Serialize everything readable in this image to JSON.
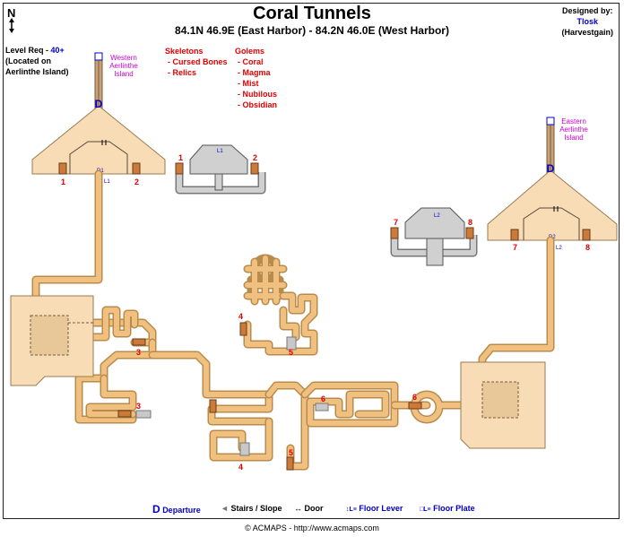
{
  "title": "Coral Tunnels",
  "coordinates": "84.1N 46.9E (East Harbor) - 84.2N 46.0E (West Harbor)",
  "credit": {
    "designed_by": "Designed by:",
    "author": "Tlosk",
    "guild": "(Harvestgain)"
  },
  "north": "N",
  "level": {
    "prefix": "Level Req - ",
    "value": "40+",
    "line2": "(Located on",
    "line3": "Aerlinthe Island)"
  },
  "skeletons": {
    "heading": "Skeletons",
    "items": [
      "- Cursed Bones",
      "- Relics"
    ]
  },
  "golems": {
    "heading": "Golems",
    "items": [
      "- Coral",
      "- Magma",
      "- Mist",
      "- Nubilous",
      "- Obsidian"
    ]
  },
  "places": {
    "west": [
      "Western",
      "Aerlinthe",
      "Island"
    ],
    "east": [
      "Eastern",
      "Aerlinthe",
      "Island"
    ]
  },
  "markers": {
    "departure": "D",
    "d1": "D1",
    "d2": "D2",
    "l1": "L1",
    "l2": "L2",
    "n1": "1",
    "n2": "2",
    "n3": "3",
    "n4": "4",
    "n5": "5",
    "n6": "6",
    "n7": "7",
    "n8": "8"
  },
  "legend": {
    "departure_symbol": "D",
    "departure": "Departure",
    "stairs_symbol": "◄",
    "stairs": "Stairs / Slope",
    "door_symbol": "↔",
    "door": "Door",
    "lever_symbol": "↕L≡",
    "lever": "Floor Lever",
    "plate_symbol": "□L≡",
    "plate": "Floor Plate"
  },
  "footer": "© ACMAPS - http://www.acmaps.com",
  "colors": {
    "room_fill": "#f7dcb5",
    "tunnel_fill": "#f0c080",
    "tunnel_edge": "#b98b4b",
    "gray_fill": "#d0d0d0",
    "portal_fill": "#cc7a3a",
    "label_red": "#e00000",
    "link_blue": "#0000cc"
  }
}
